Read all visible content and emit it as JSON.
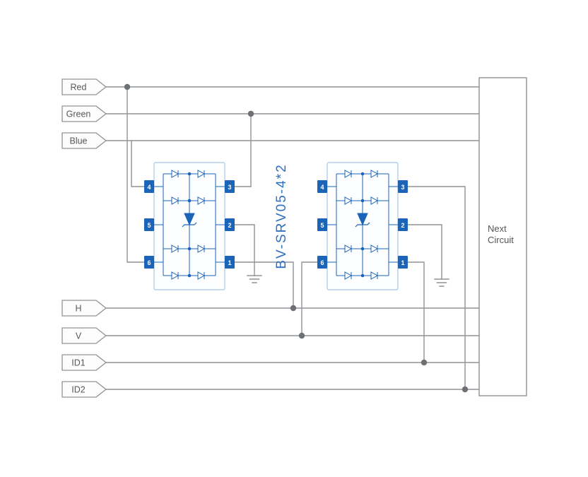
{
  "signals": [
    {
      "label": "Red"
    },
    {
      "label": "Green"
    },
    {
      "label": "Blue"
    },
    {
      "label": "H"
    },
    {
      "label": "V"
    },
    {
      "label": "ID1"
    },
    {
      "label": "ID2"
    }
  ],
  "ic": {
    "label": "BV-SRV05-4*2",
    "pins_left": [
      "4",
      "5",
      "6"
    ],
    "pins_right": [
      "3",
      "2",
      "1"
    ]
  },
  "next_circuit": {
    "line1": "Next",
    "line2": "Circuit"
  },
  "colors": {
    "wire": "#8f9296",
    "dot": "#6e7174",
    "text": "#54575a",
    "blue": "#1b64b8",
    "label-blue": "#2f70c2",
    "ic-border": "#a9c7e5"
  }
}
